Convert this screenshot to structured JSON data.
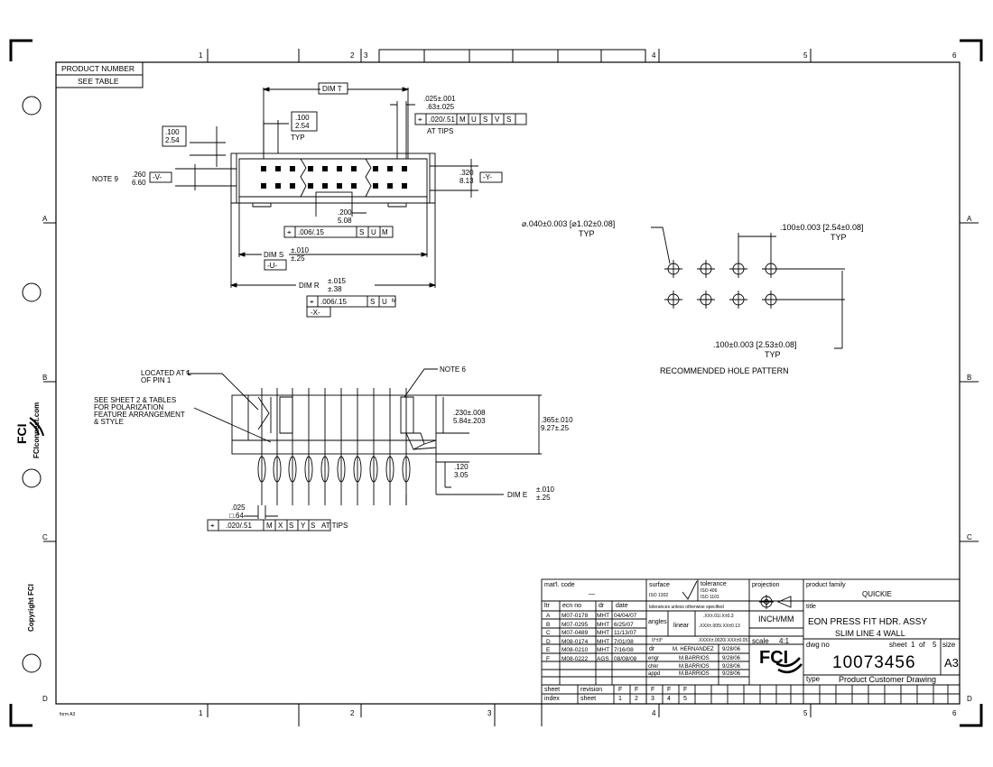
{
  "border": {
    "top_zones": [
      "1",
      "2",
      "3",
      "4",
      "5",
      "6"
    ],
    "bottom_zones": [
      "1",
      "2",
      "3",
      "4",
      "5",
      "6"
    ],
    "left_zones": [
      "A",
      "B",
      "C",
      "D"
    ],
    "right_zones": [
      "A",
      "B",
      "C",
      "D"
    ],
    "form": "form A3"
  },
  "side_text": {
    "website": "FCIconnect.com",
    "copyright": "Copyright FCI"
  },
  "product_number": {
    "line1": "PRODUCT NUMBER",
    "line2": "SEE TABLE"
  },
  "top_view": {
    "dim_t": "DIM T",
    "pitch_025a": ".025±.001",
    "pitch_025b": ".63±.025",
    "at_tips": "AT TIPS",
    "fcf_top": ".020/.51",
    "m1": "M",
    "u1": "U",
    "s1": "S",
    "v1": "V",
    "s2": "S",
    "typ_100a": ".100",
    "typ_100b": "2.54",
    "typ": "TYP",
    "left_100a": ".100",
    "left_100b": "2.54",
    "note9": "NOTE 9",
    "h260a": ".260",
    "h260b": "6.60",
    "v_label": "-V-",
    "h320a": ".320",
    "h320b": "8.13",
    "y_label": "-Y-",
    "d200a": ".200",
    "d200b": "5.08",
    "fcf_mid": ".006/.15",
    "s3": "S",
    "u2": "U",
    "m2": "M",
    "dim_s": "DIM S",
    "dim_s_tol1": "±.010",
    "dim_s_tol2": "±.25",
    "u_label": "-U-",
    "dim_r": "DIM R",
    "dim_r_tol1": "±.015",
    "dim_r_tol2": "±.38",
    "fcf_bot": ".006/.15",
    "s4": "S",
    "u3": "U",
    "m3": "M",
    "x_label": "-X-"
  },
  "hole_pattern": {
    "dia": "⌀.040±0.003  [⌀1.02±0.08]",
    "dia_typ": "TYP",
    "pitch_h": ".100±0.003  [2.54±0.08]",
    "pitch_h_typ": "TYP",
    "pitch_v": ".100±0.003  [2.53±0.08]",
    "pitch_v_typ": "TYP",
    "title": "RECOMMENDED HOLE PATTERN"
  },
  "side_view": {
    "located1": "LOCATED AT ℄",
    "located2": "OF PIN 1",
    "note6": "NOTE 6",
    "see1": "SEE SHEET 2 & TABLES",
    "see2": "FOR POLARIZATION",
    "see3": "FEATURE ARRANGEMENT",
    "see4": "& STYLE",
    "h230a": ".230±.008",
    "h230b": "5.84±.203",
    "h365a": ".365±.010",
    "h365b": "9.27±.25",
    "h120a": ".120",
    "h120b": "3.05",
    "dim_e": "DIM E",
    "dim_e_tol1": "±.010",
    "dim_e_tol2": "±.25",
    "tip025a": ".025",
    "tip025b": "□.64",
    "fcf_tips": ".020/.51",
    "m4": "M",
    "x2": "X",
    "s5": "S",
    "y2": "Y",
    "s6": "S",
    "at_tips2": "AT TIPS"
  },
  "title_block": {
    "matl_code": "mat'l. code",
    "matl_value": "—",
    "surface": "surface",
    "iso1302": "ISO 1302",
    "tolerance": "tolerance",
    "iso406": "ISO 406",
    "iso1101": "ISO 1101",
    "projection": "projection",
    "product_family": "product family",
    "product_family_value": "QUICKIE",
    "tolerances_note": "tolerances unless otherwise specified",
    "h_ltr": "ltr",
    "h_ecn": "ecn no",
    "h_dr": "dr",
    "h_date": "date",
    "revisions": [
      {
        "ltr": "A",
        "ecn": "M07-0178",
        "dr": "MHT",
        "date": "04/04/07"
      },
      {
        "ltr": "B",
        "ecn": "M07-0295",
        "dr": "MHT",
        "date": "6/25/07"
      },
      {
        "ltr": "C",
        "ecn": "M07-0489",
        "dr": "MHT",
        "date": "11/13/07"
      },
      {
        "ltr": "D",
        "ecn": "M08-0174",
        "dr": "MHT",
        "date": "7/01/08"
      },
      {
        "ltr": "E",
        "ecn": "M08-0210",
        "dr": "MHT",
        "date": "7/16/08"
      },
      {
        "ltr": "F",
        "ecn": "M08-0222",
        "dr": "AGS",
        "date": "08/08/08"
      }
    ],
    "angles": "angles",
    "linear": "linear",
    "angle_tol": "0°±3°",
    "tol1": ".XX±.01/.X±0.3",
    "tol2": ".XXX±.005/.XX±0.13",
    "tol3": ".XXXX±.0020/.XXX±0.051",
    "units": "INCH/MM",
    "scale_label": "scale",
    "scale_value": "4:1",
    "title_label": "title",
    "title1": "EON PRESS FIT HDR. ASSY",
    "title2": "SLIM LINE 4 WALL",
    "dr_label": "dr",
    "dr_name": "M. HERNANDEZ",
    "dr_date": "9/28/06",
    "engr_label": "engr",
    "engr_name": "M.BARRIOS",
    "engr_date": "9/28/06",
    "chkr_label": "chkr",
    "chkr_name": "M.BARRIOS",
    "chkr_date": "9/28/06",
    "appd_label": "appd",
    "appd_name": "M.BARRIOS",
    "appd_date": "9/28/06",
    "dwg_no_label": "dwg no",
    "dwg_no": "10073456",
    "sheet_label": "sheet",
    "sheet_num": "1",
    "of_label": "of",
    "sheet_total": "5",
    "size_label": "size",
    "size_value": "A3",
    "type_label": "type",
    "type_value": "Product Customer Drawing",
    "sheet_row_label": "sheet",
    "revision_label": "revision",
    "index_label": "index",
    "sheet_label2": "sheet",
    "rev_letters": [
      "F",
      "F",
      "F",
      "F",
      "F"
    ],
    "sheet_nums": [
      "1",
      "2",
      "3",
      "4",
      "5"
    ],
    "logo": "FCI"
  }
}
